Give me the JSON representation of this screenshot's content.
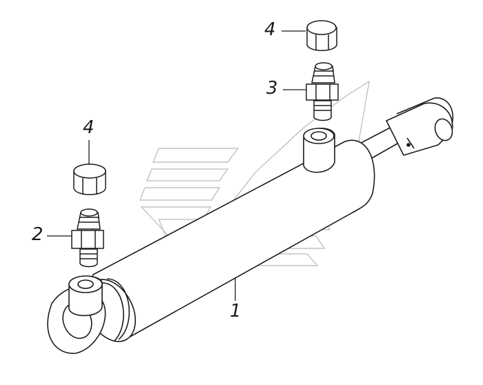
{
  "callouts": {
    "cap_top": "4",
    "fitting_right": "3",
    "cap_left": "4",
    "fitting_left": "2",
    "cylinder": "1"
  },
  "colors": {
    "line": "#1a1a1a",
    "watermark": "#b8b8b8",
    "background": "#ffffff"
  },
  "parts": {
    "cylinder": "hydraulic-cylinder",
    "fittings": [
      "fitting-2",
      "fitting-3"
    ],
    "caps": [
      "cap-4-top",
      "cap-4-left"
    ],
    "watermark": "kamaz-logo-watermark"
  }
}
